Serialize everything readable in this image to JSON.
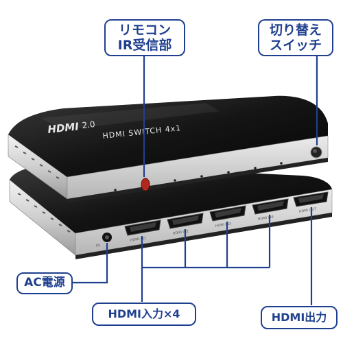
{
  "product": {
    "logo_text": "HDMI",
    "version": "2.0",
    "model_text": "HDMI SWITCH  4x1",
    "inputs": [
      "HDMI IN1",
      "HDMI IN2",
      "HDMI IN3",
      "HDMI IN4"
    ],
    "output": "HDMI OUT",
    "power_port": "5V"
  },
  "callouts": {
    "remote_line1": "リモコン",
    "remote_line2": "IR受信部",
    "switch_line1": "切り替え",
    "switch_line2": "スイッチ",
    "ac_power": "AC電源",
    "hdmi_input": "HDMI入力×4",
    "hdmi_output": "HDMI出力"
  },
  "colors": {
    "accent": "#1f3f8f",
    "body": "#1a1a1a",
    "silver": "#d8d8d8",
    "ir_window": "#b0281e"
  }
}
